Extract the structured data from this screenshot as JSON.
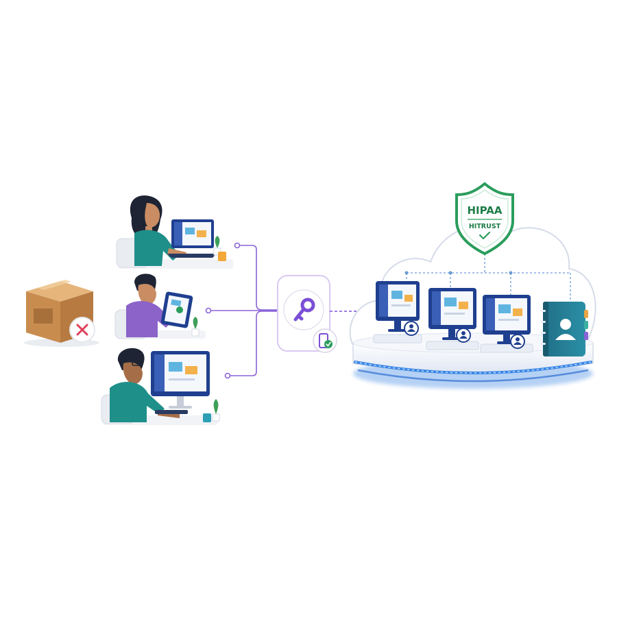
{
  "compliance": {
    "primary": "HIPAA",
    "secondary": "HITRUST"
  },
  "colors": {
    "purple": "#7b4fd6",
    "teal": "#1f8f8a",
    "navy": "#1f3f8f",
    "green": "#2a9d5c",
    "cardboard": "#c98c4f",
    "error": "#e0405a",
    "glow": "#2f7de1"
  },
  "icons": {
    "gateway": "key-icon",
    "mfa": "phone-check-icon",
    "rejected": "close-icon",
    "user": "user-icon"
  },
  "users": [
    {
      "device": "laptop"
    },
    {
      "device": "tablet"
    },
    {
      "device": "desktop"
    }
  ],
  "cloud_workstations": 3
}
